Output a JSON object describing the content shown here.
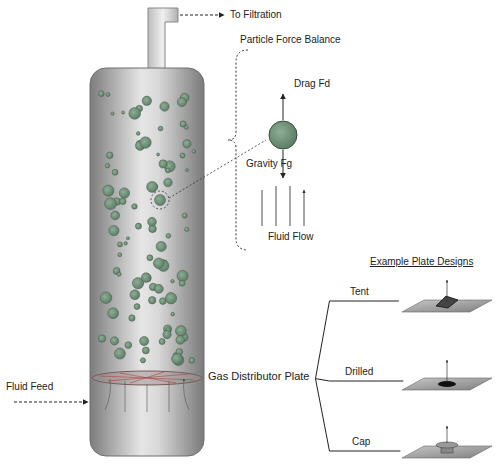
{
  "diagram": {
    "labels": [
      "To Filtration",
      "Particle Force Balance",
      "Drag Fd",
      "Gravity Fg",
      "Fluid Flow",
      "Example Plate Designs",
      "Tent",
      "Gas Distributor Plate",
      "Fluid Feed",
      "Drilled",
      "Cap"
    ]
  }
}
